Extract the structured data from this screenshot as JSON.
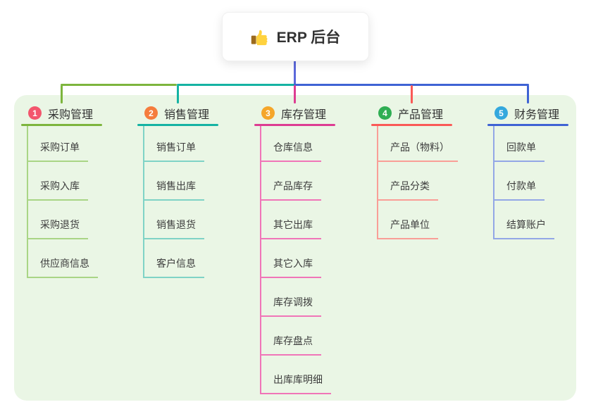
{
  "root": {
    "title": "ERP 后台",
    "icon": "thumbs-up-icon"
  },
  "branches": [
    {
      "index": "1",
      "label": "采购管理",
      "badge_color": "#f3566d",
      "line_color": "#7db53d",
      "child_line_color": "#a9d585",
      "children": [
        "采购订单",
        "采购入库",
        "采购退货",
        "供应商信息"
      ]
    },
    {
      "index": "2",
      "label": "销售管理",
      "badge_color": "#f57c3d",
      "line_color": "#15b3a3",
      "child_line_color": "#7fd3c6",
      "children": [
        "销售订单",
        "销售出库",
        "销售退货",
        "客户信息"
      ]
    },
    {
      "index": "3",
      "label": "库存管理",
      "badge_color": "#f5a62a",
      "line_color": "#dd3d92",
      "child_line_color": "#f075b8",
      "children": [
        "仓库信息",
        "产品库存",
        "其它出库",
        "其它入库",
        "库存调拨",
        "库存盘点",
        "出库库明细"
      ]
    },
    {
      "index": "4",
      "label": "产品管理",
      "badge_color": "#2fae53",
      "line_color": "#fa5a57",
      "child_line_color": "#f99e97",
      "children": [
        "产品（物料）",
        "产品分类",
        "产品单位"
      ]
    },
    {
      "index": "5",
      "label": "财务管理",
      "badge_color": "#34a8dd",
      "line_color": "#3f63d4",
      "child_line_color": "#93a7e6",
      "children": [
        "回款单",
        "付款单",
        "结算账户"
      ]
    }
  ],
  "colors": {
    "canvas_bg": "#ffffff",
    "container_bg": "#eaf6e5",
    "root_stem": "#5b68da",
    "root_text": "#333333",
    "thumb_hand": "#ffd23e",
    "thumb_cuff": "#9b6a1d"
  }
}
